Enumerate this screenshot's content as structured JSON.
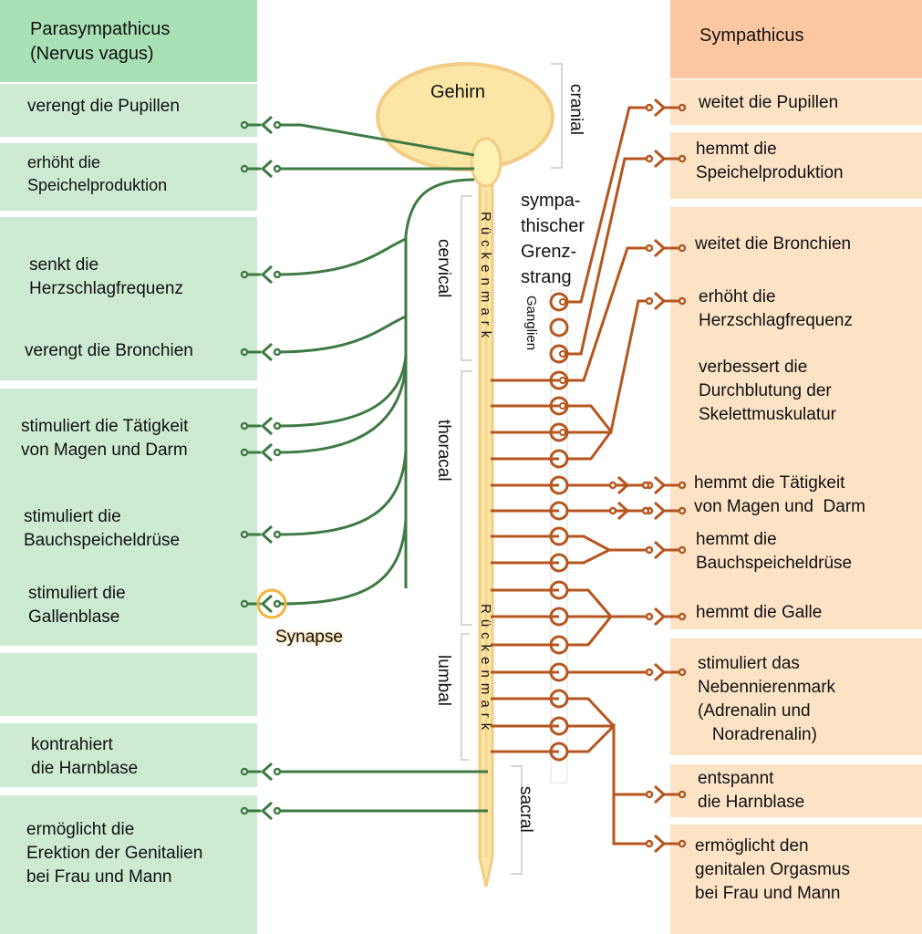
{
  "title_left": "Parasympathicus\n(Nervus vagus)",
  "title_right": "Sympathicus",
  "parasympathetic_effects": [
    "verengt die Pupillen",
    "erhöht die\nSpeichelproduktion",
    "senkt die\nHerzschlagfrequenz",
    "verengt die Bronchien",
    "stimuliert die Tätigkeit\nvon Magen und Darm",
    "stimuliert die\nBauchspeicheldrüse",
    "stimuliert die\nGallenblase",
    "kontrahiert\ndie Harnblase",
    "ermöglicht die\nErektion der Genitalien\nbei Frau und Mann"
  ],
  "sympathetic_effects": [
    "weitet die Pupillen",
    "hemmt die\nSpeichelproduktion",
    "weitet die Bronchien",
    "erhöht die\nHerzschlagfrequenz",
    "verbessert die\nDurchblutung der\nSkelettmuskulatur",
    "hemmt die Tätigkeit\nvon Magen und  Darm",
    "hemmt die\nBauchspeicheldrüse",
    "hemmt die Galle",
    "stimuliert das\nNebennierenmark\n(Adrenalin und\n   Noradrenalin)",
    "entspannt\ndie Harnblase",
    "ermöglicht den\ngenitalen Orgasmus\nbei Frau und Mann"
  ],
  "labels": {
    "brain": "Gehirn",
    "spinal_cord": "Rückenmark",
    "sympathetic_trunk": "sympa-\nthischer\nGrenz-\nstrang",
    "ganglia": "Ganglien",
    "synapse": "Synapse",
    "regions": {
      "cranial": "cranial",
      "cervical": "cervical",
      "thoracal": "thoracal",
      "lumbal": "lumbal",
      "sacral": "sacral"
    }
  },
  "colors": {
    "parasympathetic_nerve": "#3e7a43",
    "sympathetic_nerve": "#b5561e",
    "cns_fill": "#fbe6a6",
    "cns_stroke": "#f3cc85",
    "synapse_highlight": "#f4b43a",
    "green_header": "#a9e0b5",
    "green_box": "#cdebd2",
    "orange_header": "#fcc7a1",
    "orange_box": "#fde3c6"
  }
}
